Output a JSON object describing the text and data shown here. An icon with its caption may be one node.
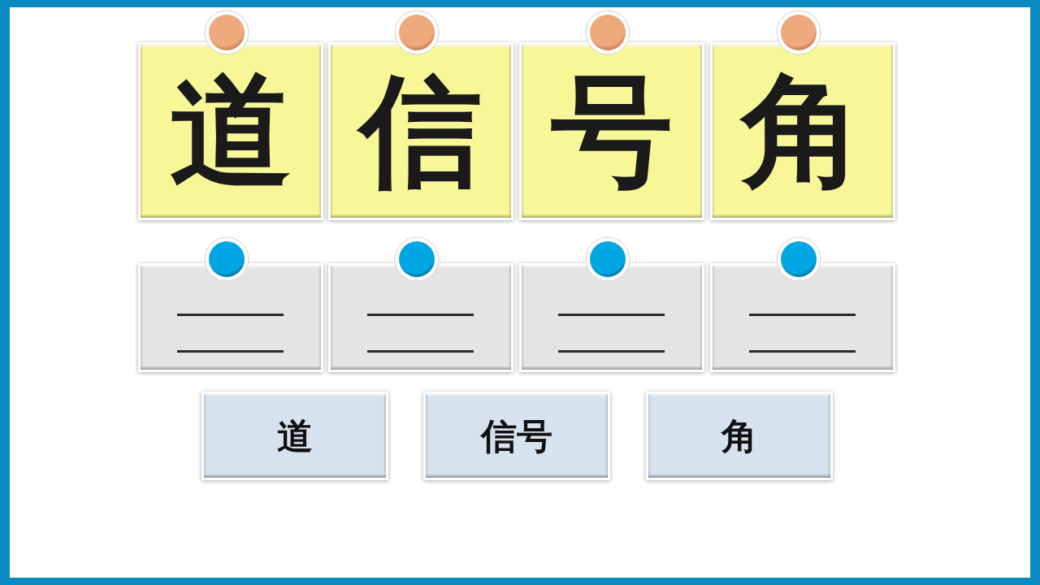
{
  "diagram": {
    "nodes": [
      {
        "text": [
          "道"
        ]
      },
      {
        "text": [
          "信"
        ]
      },
      {
        "text": [
          "号"
        ]
      },
      {
        "text": [
          "角"
        ]
      },
      {
        "text": [],
        "shape": "box"
      },
      {
        "text": [],
        "shape": "box"
      },
      {
        "text": [],
        "shape": "box"
      },
      {
        "text": [],
        "shape": "box"
      },
      {
        "text": [
          "道"
        ]
      },
      {
        "text": [
          "信号"
        ]
      },
      {
        "text": [
          "角"
        ]
      }
    ]
  }
}
